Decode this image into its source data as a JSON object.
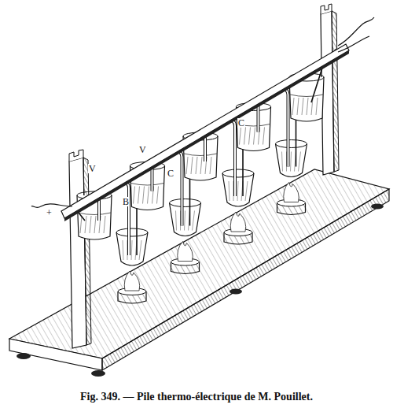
{
  "diagram": {
    "caption": "Fig. 349. — Pile thermo-électrique de M. Pouillet.",
    "labels": [
      "V",
      "V",
      "B",
      "C",
      "C",
      "+"
    ]
  }
}
